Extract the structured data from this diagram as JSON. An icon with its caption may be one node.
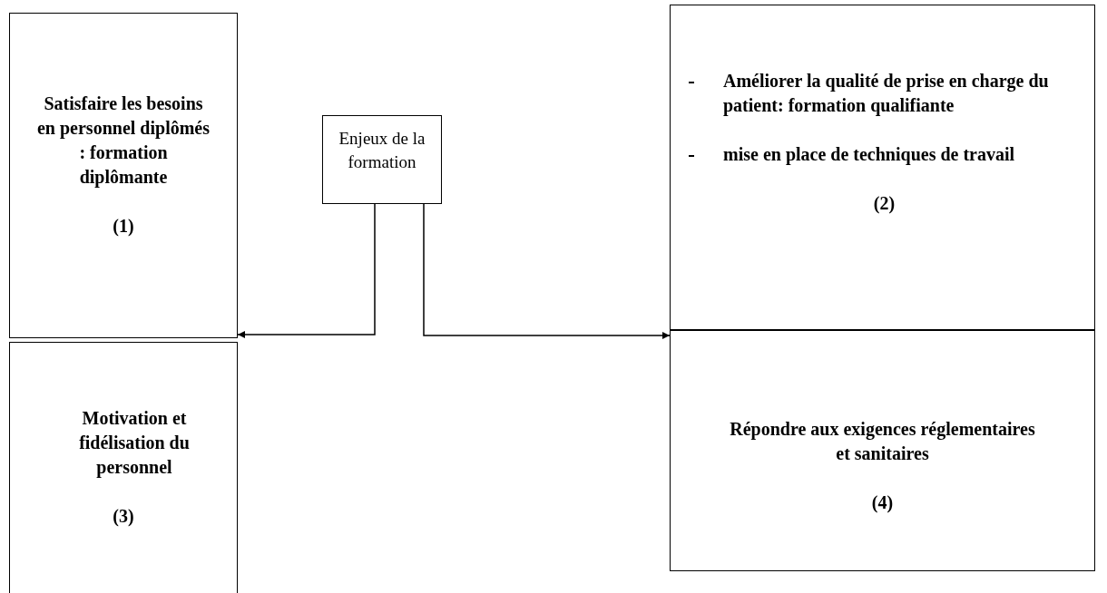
{
  "diagram": {
    "nodes": [
      {
        "text": [
          "Satisfaire les besoins en personnel diplômés : formation diplômante",
          "(1)"
        ]
      },
      {
        "text": [
          "Enjeux de la formation"
        ]
      },
      {
        "text": [
          "Améliorer la qualité de prise en charge du patient: formation qualifiante",
          "mise en place de techniques de travail",
          "(2)"
        ]
      },
      {
        "text": [
          "Motivation et fidélisation du personnel",
          "(3)"
        ]
      },
      {
        "text": [
          "Répondre aux exigences réglementaires et sanitaires",
          "(4)"
        ]
      }
    ],
    "edges": [
      {
        "from": 1,
        "to": 0,
        "arrow": "to"
      },
      {
        "from": 1,
        "to": 4,
        "arrow": "to"
      }
    ]
  }
}
